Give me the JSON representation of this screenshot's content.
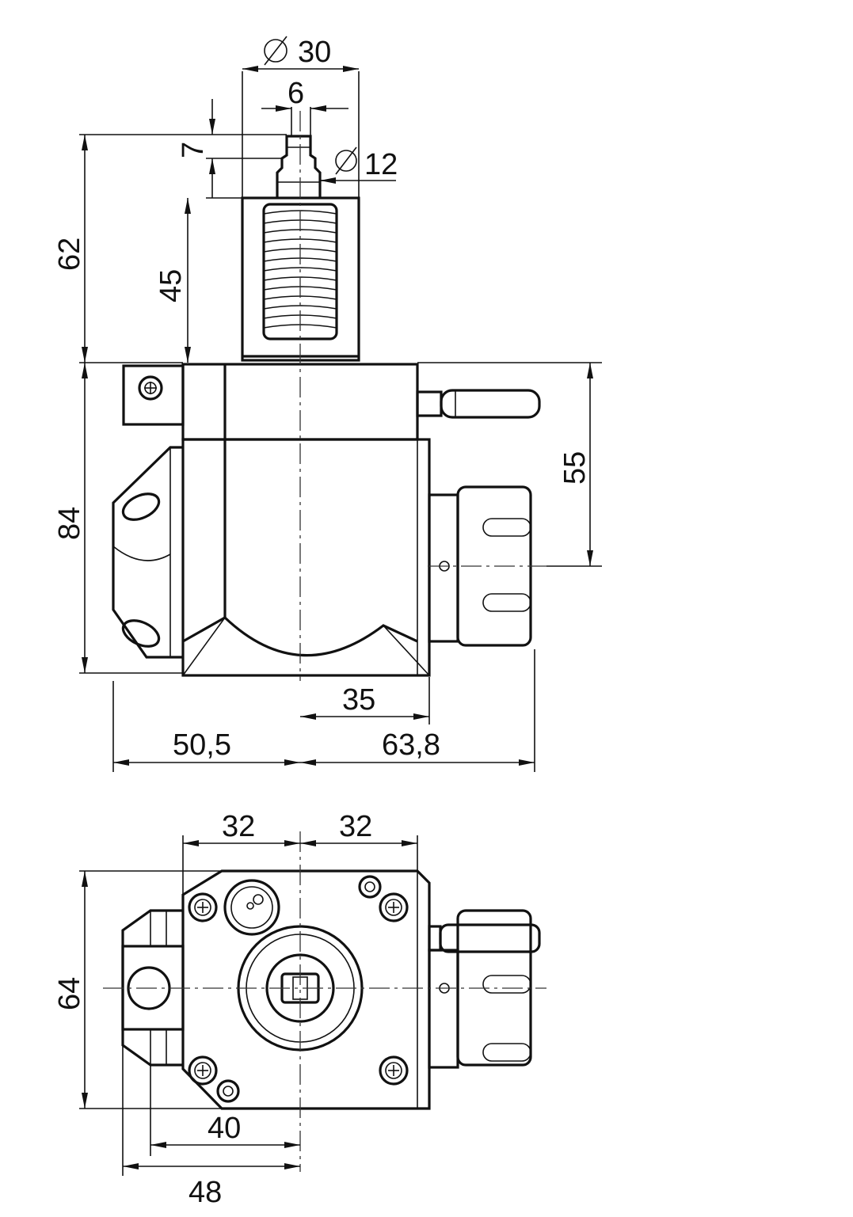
{
  "drawing": {
    "front_view": {
      "dims": {
        "dia30": "30",
        "d6": "6",
        "d7": "7",
        "dia12": "12",
        "d62": "62",
        "d45": "45",
        "d84": "84",
        "d55": "55",
        "d35": "35",
        "d50_5": "50,5",
        "d63_8": "63,8"
      }
    },
    "bottom_view": {
      "dims": {
        "d32_left": "32",
        "d32_right": "32",
        "d64": "64",
        "d40": "40",
        "d48": "48"
      }
    }
  }
}
